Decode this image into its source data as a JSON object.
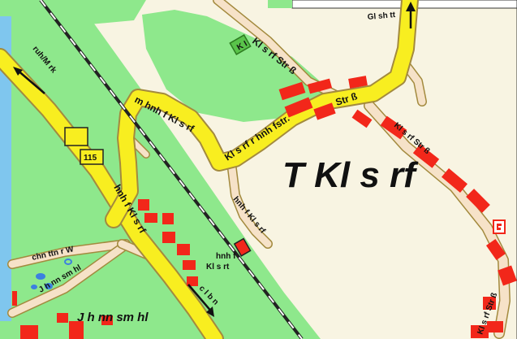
{
  "map": {
    "village_label": "T Kl s   rf",
    "north_label": "Gl sh  tt",
    "west_route_label": "ruh/M rk",
    "road_label_top": "Kl s  rf  Str  ß",
    "road_label_curve": "m    hnh f Kl s   rf",
    "road_label_mid": "Kl s  rf r    hnh fstr.",
    "road_label_east": "Kl s  rf Str ß",
    "road_label_ne": "Str  ß",
    "road_label_station": "hnh f Kl s  rf",
    "station_label_line1": "hnh f",
    "station_label_line2": "Kl s  rt",
    "road_label_sw_curve": "hnh f Kl s   rf",
    "road_label_lower": "hnh f",
    "road_label_west": "chn ttn r W",
    "road_label_sw": "J h nn sm hl",
    "road_label_se": "Kl s  rf Str ß",
    "rail_label": "c l b n",
    "hamlet_label": "J  h  nn sm  hl",
    "route_number": "115",
    "poi_label": "K I",
    "colors": {
      "settlement": "#f8f4e2",
      "forest": "#8ee88c",
      "water": "#7fc6ee",
      "road_fill": "#f8ee20",
      "road_casing": "#a38a3e",
      "buildings": "#f2271a",
      "railway": "#222222",
      "minor_road": "#f6e2c8"
    }
  }
}
